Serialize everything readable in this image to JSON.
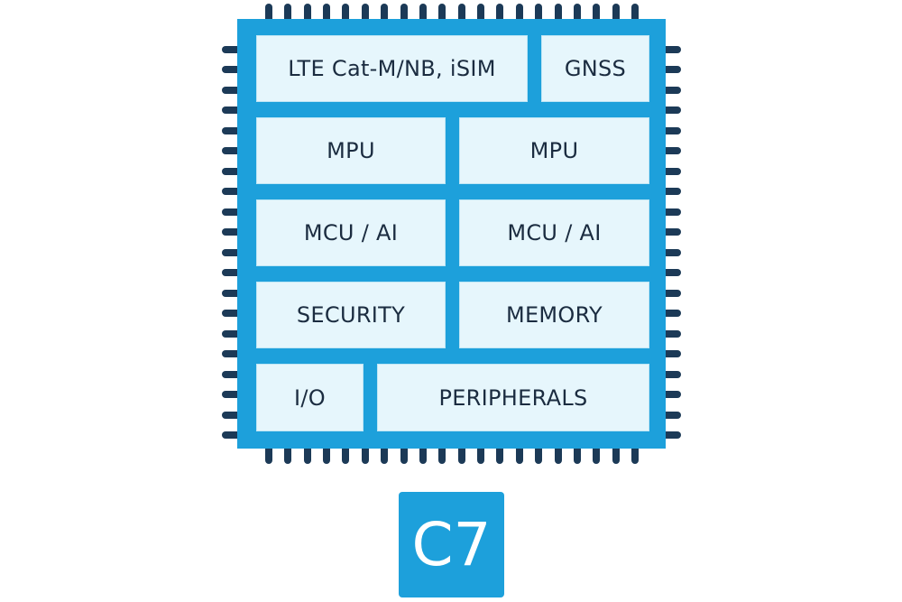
{
  "diagram": {
    "title": "C7 chip block diagram",
    "pins_per_side": 20,
    "colors": {
      "chip_body": "#1da0db",
      "block_fill": "#e6f6fc",
      "pin": "#1c3a57",
      "text": "#1b2c40",
      "badge_text": "#ffffff"
    },
    "rows": [
      {
        "blocks": [
          {
            "id": "lte",
            "label": "LTE Cat-M/NB, iSIM"
          },
          {
            "id": "gnss",
            "label": "GNSS"
          }
        ]
      },
      {
        "blocks": [
          {
            "id": "mpu-1",
            "label": "MPU"
          },
          {
            "id": "mpu-2",
            "label": "MPU"
          }
        ]
      },
      {
        "blocks": [
          {
            "id": "mcu-ai-1",
            "label": "MCU / AI"
          },
          {
            "id": "mcu-ai-2",
            "label": "MCU / AI"
          }
        ]
      },
      {
        "blocks": [
          {
            "id": "security",
            "label": "SECURITY"
          },
          {
            "id": "memory",
            "label": "MEMORY"
          }
        ]
      },
      {
        "blocks": [
          {
            "id": "io",
            "label": "I/O"
          },
          {
            "id": "peripherals",
            "label": "PERIPHERALS"
          }
        ]
      }
    ],
    "badge": {
      "label": "C7"
    }
  }
}
